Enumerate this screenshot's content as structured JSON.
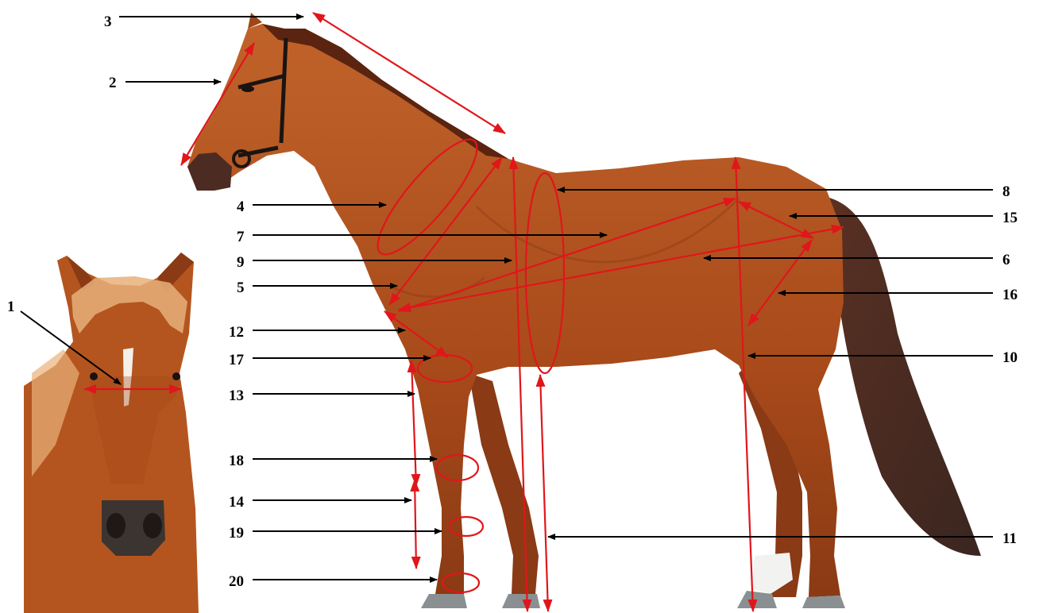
{
  "labels": [
    "1",
    "2",
    "3",
    "4",
    "5",
    "6",
    "7",
    "8",
    "9",
    "10",
    "11",
    "12",
    "13",
    "14",
    "15",
    "16",
    "17",
    "18",
    "19",
    "20"
  ],
  "colors": {
    "pointer": "#000000",
    "measure": "#e0161b",
    "coat": "#b5541e",
    "coat_dark": "#7a3412",
    "mane": "#5a2410",
    "tail": "#4a2c22",
    "hoof": "#8a8f91",
    "blaze": "#f4efe8",
    "background": "#ffffff"
  }
}
